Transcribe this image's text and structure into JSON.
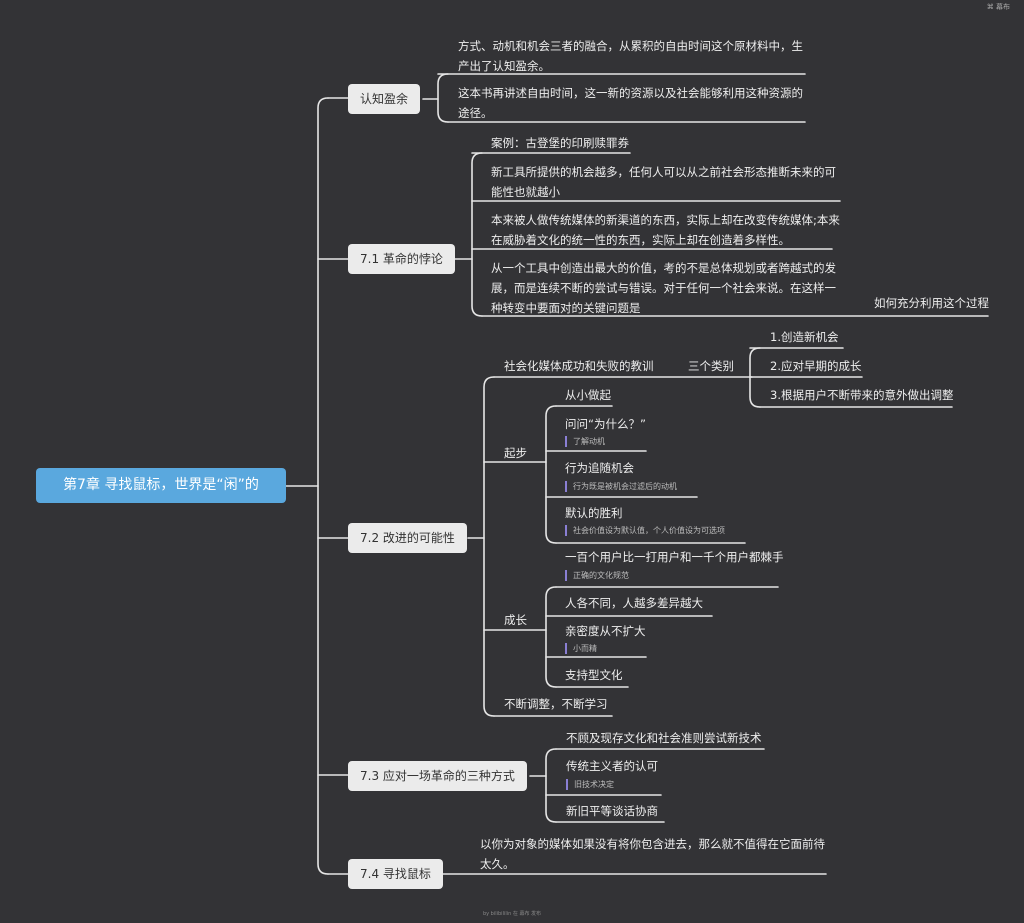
{
  "brand": {
    "logo_text": "幕布"
  },
  "root": "第7章 寻找鼠标，世界是“闲”的",
  "sections": {
    "s1": {
      "label": "认知盈余",
      "items": [
        "方式、动机和机会三者的融合，从累积的自由时间这个原材料中，生产出了认知盈余。",
        "这本书再讲述自由时间，这一新的资源以及社会能够利用这种资源的途径。"
      ]
    },
    "s2": {
      "label": "7.1 革命的悖论",
      "items": [
        "案例：古登堡的印刷赎罪券",
        "新工具所提供的机会越多，任何人可以从之前社会形态推断未来的可能性也就越小",
        "本来被人做传统媒体的新渠道的东西，实际上却在改变传统媒体;本来在威胁着文化的统一性的东西，实际上却在创造着多样性。",
        "从一个工具中创造出最大的价值，考的不是总体规划或者跨越式的发展，而是连续不断的尝试与错误。对于任何一个社会来说。在这样一种转变中要面对的关键问题是"
      ],
      "sub": "如何充分利用这个过程"
    },
    "s3": {
      "label": "7.2 改进的可能性",
      "lesson": "社会化媒体成功和失败的教训",
      "categories_label": "三个类别",
      "categories": [
        "1.创造新机会",
        "2.应对早期的成长",
        "3.根据用户不断带来的意外做出调整"
      ],
      "start": {
        "label": "起步",
        "items": [
          {
            "text": "从小做起",
            "note": ""
          },
          {
            "text": "问问“为什么？”",
            "note": "了解动机"
          },
          {
            "text": "行为追随机会",
            "note": "行为既是被机会过滤后的动机"
          },
          {
            "text": "默认的胜利",
            "note": "社会价值设为默认值，个人价值设为可选项"
          }
        ]
      },
      "grow": {
        "label": "成长",
        "items": [
          {
            "text": "一百个用户比一打用户和一千个用户都棘手",
            "note": "正确的文化规范"
          },
          {
            "text": "人各不同，人越多差异越大",
            "note": ""
          },
          {
            "text": "亲密度从不扩大",
            "note": "小而精"
          },
          {
            "text": "支持型文化",
            "note": ""
          }
        ]
      },
      "last": "不断调整，不断学习"
    },
    "s4": {
      "label": "7.3 应对一场革命的三种方式",
      "items": [
        {
          "text": "不顾及现存文化和社会准则尝试新技术",
          "note": ""
        },
        {
          "text": "传统主义者的认可",
          "note": "旧技术决定"
        },
        {
          "text": "新旧平等谈话协商",
          "note": ""
        }
      ]
    },
    "s5": {
      "label": "7.4 寻找鼠标",
      "items": [
        "以你为对象的媒体如果没有将你包含进去，那么就不值得在它面前待太久。"
      ]
    }
  },
  "footer": "by bilibililin 在 幕布 发布"
}
